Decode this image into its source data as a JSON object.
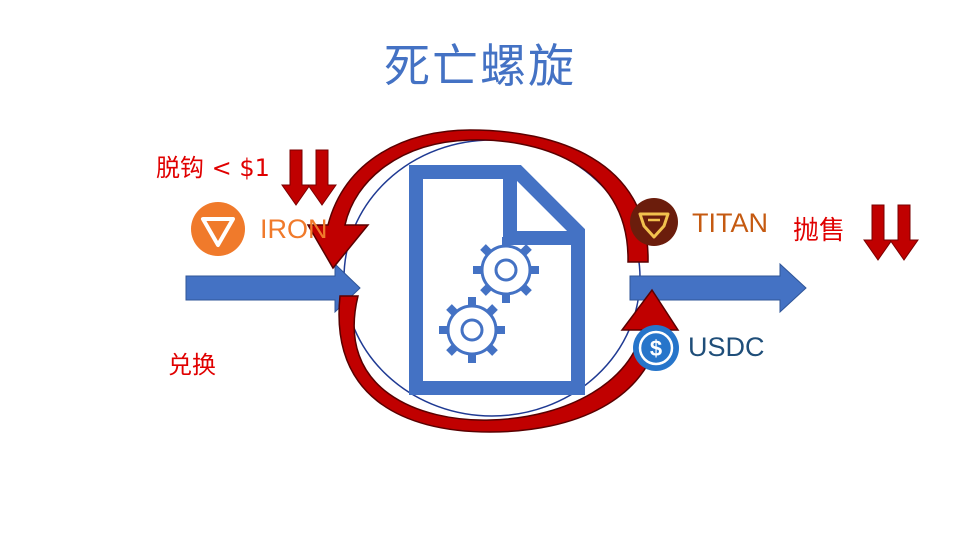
{
  "title": "死亡螺旋",
  "labels": {
    "depeg": "脱钩 < $1",
    "swap": "兑换",
    "iron": "IRON",
    "titan": "TITAN",
    "sell": "抛售",
    "usdc": "USDC"
  },
  "colors": {
    "title": "#4472c4",
    "red_label": "#e00000",
    "arrow_dark_red": "#c00000",
    "flow_arrow_blue": "#4472c4",
    "iron_orange": "#f07a2b",
    "titan_brown": "#c55a11",
    "usdc_blue": "#2775ca"
  },
  "icons": {
    "center": "document-gears-icon",
    "iron_logo": "iron-logo-icon",
    "titan_logo": "titan-logo-icon",
    "usdc_logo": "usdc-logo-icon"
  }
}
